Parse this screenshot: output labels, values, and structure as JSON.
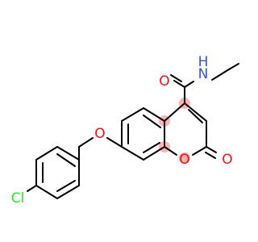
{
  "molecule": {
    "atoms": {
      "o_carbonyl": "O",
      "n_amide": "N",
      "h_amide": "H",
      "o_ether": "O",
      "o_ring": "O",
      "o_lactone": "O",
      "cl": "Cl"
    },
    "colors": {
      "bond": "#000000",
      "oxygen": "#ff0d0d",
      "nitrogen": "#3050f8",
      "chlorine": "#1ff01f",
      "highlight": "#ff9999"
    }
  }
}
